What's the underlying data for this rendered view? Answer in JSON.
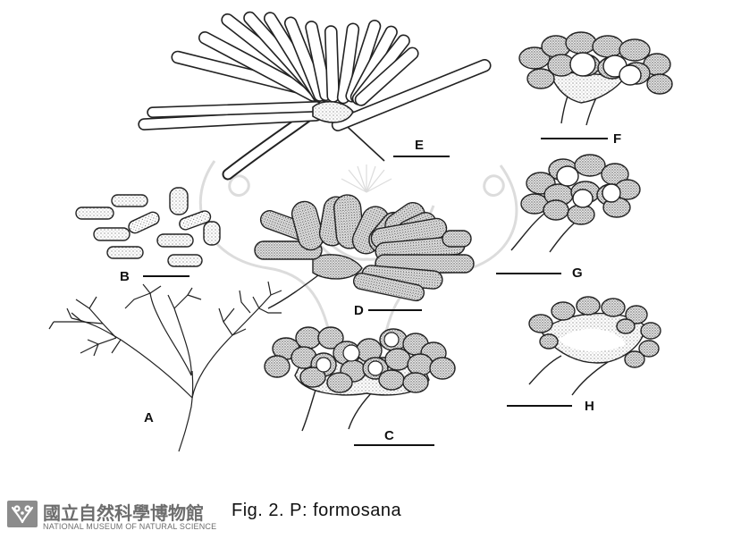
{
  "figure": {
    "panel_labels": {
      "A": "A",
      "B": "B",
      "C": "C",
      "D": "D",
      "E": "E",
      "F": "F",
      "G": "G",
      "H": "H"
    },
    "ink_color": "#222222",
    "watermark_color": "#d9d9d9"
  },
  "footer": {
    "museum_name_zh": "國立自然科學博物館",
    "museum_name_en": "NATIONAL MUSEUM OF NATURAL SCIENCE",
    "caption": "Fig. 2. P: formosana",
    "logo_icon": "museum-logo-icon",
    "logo_color": "#8c8c8c"
  }
}
